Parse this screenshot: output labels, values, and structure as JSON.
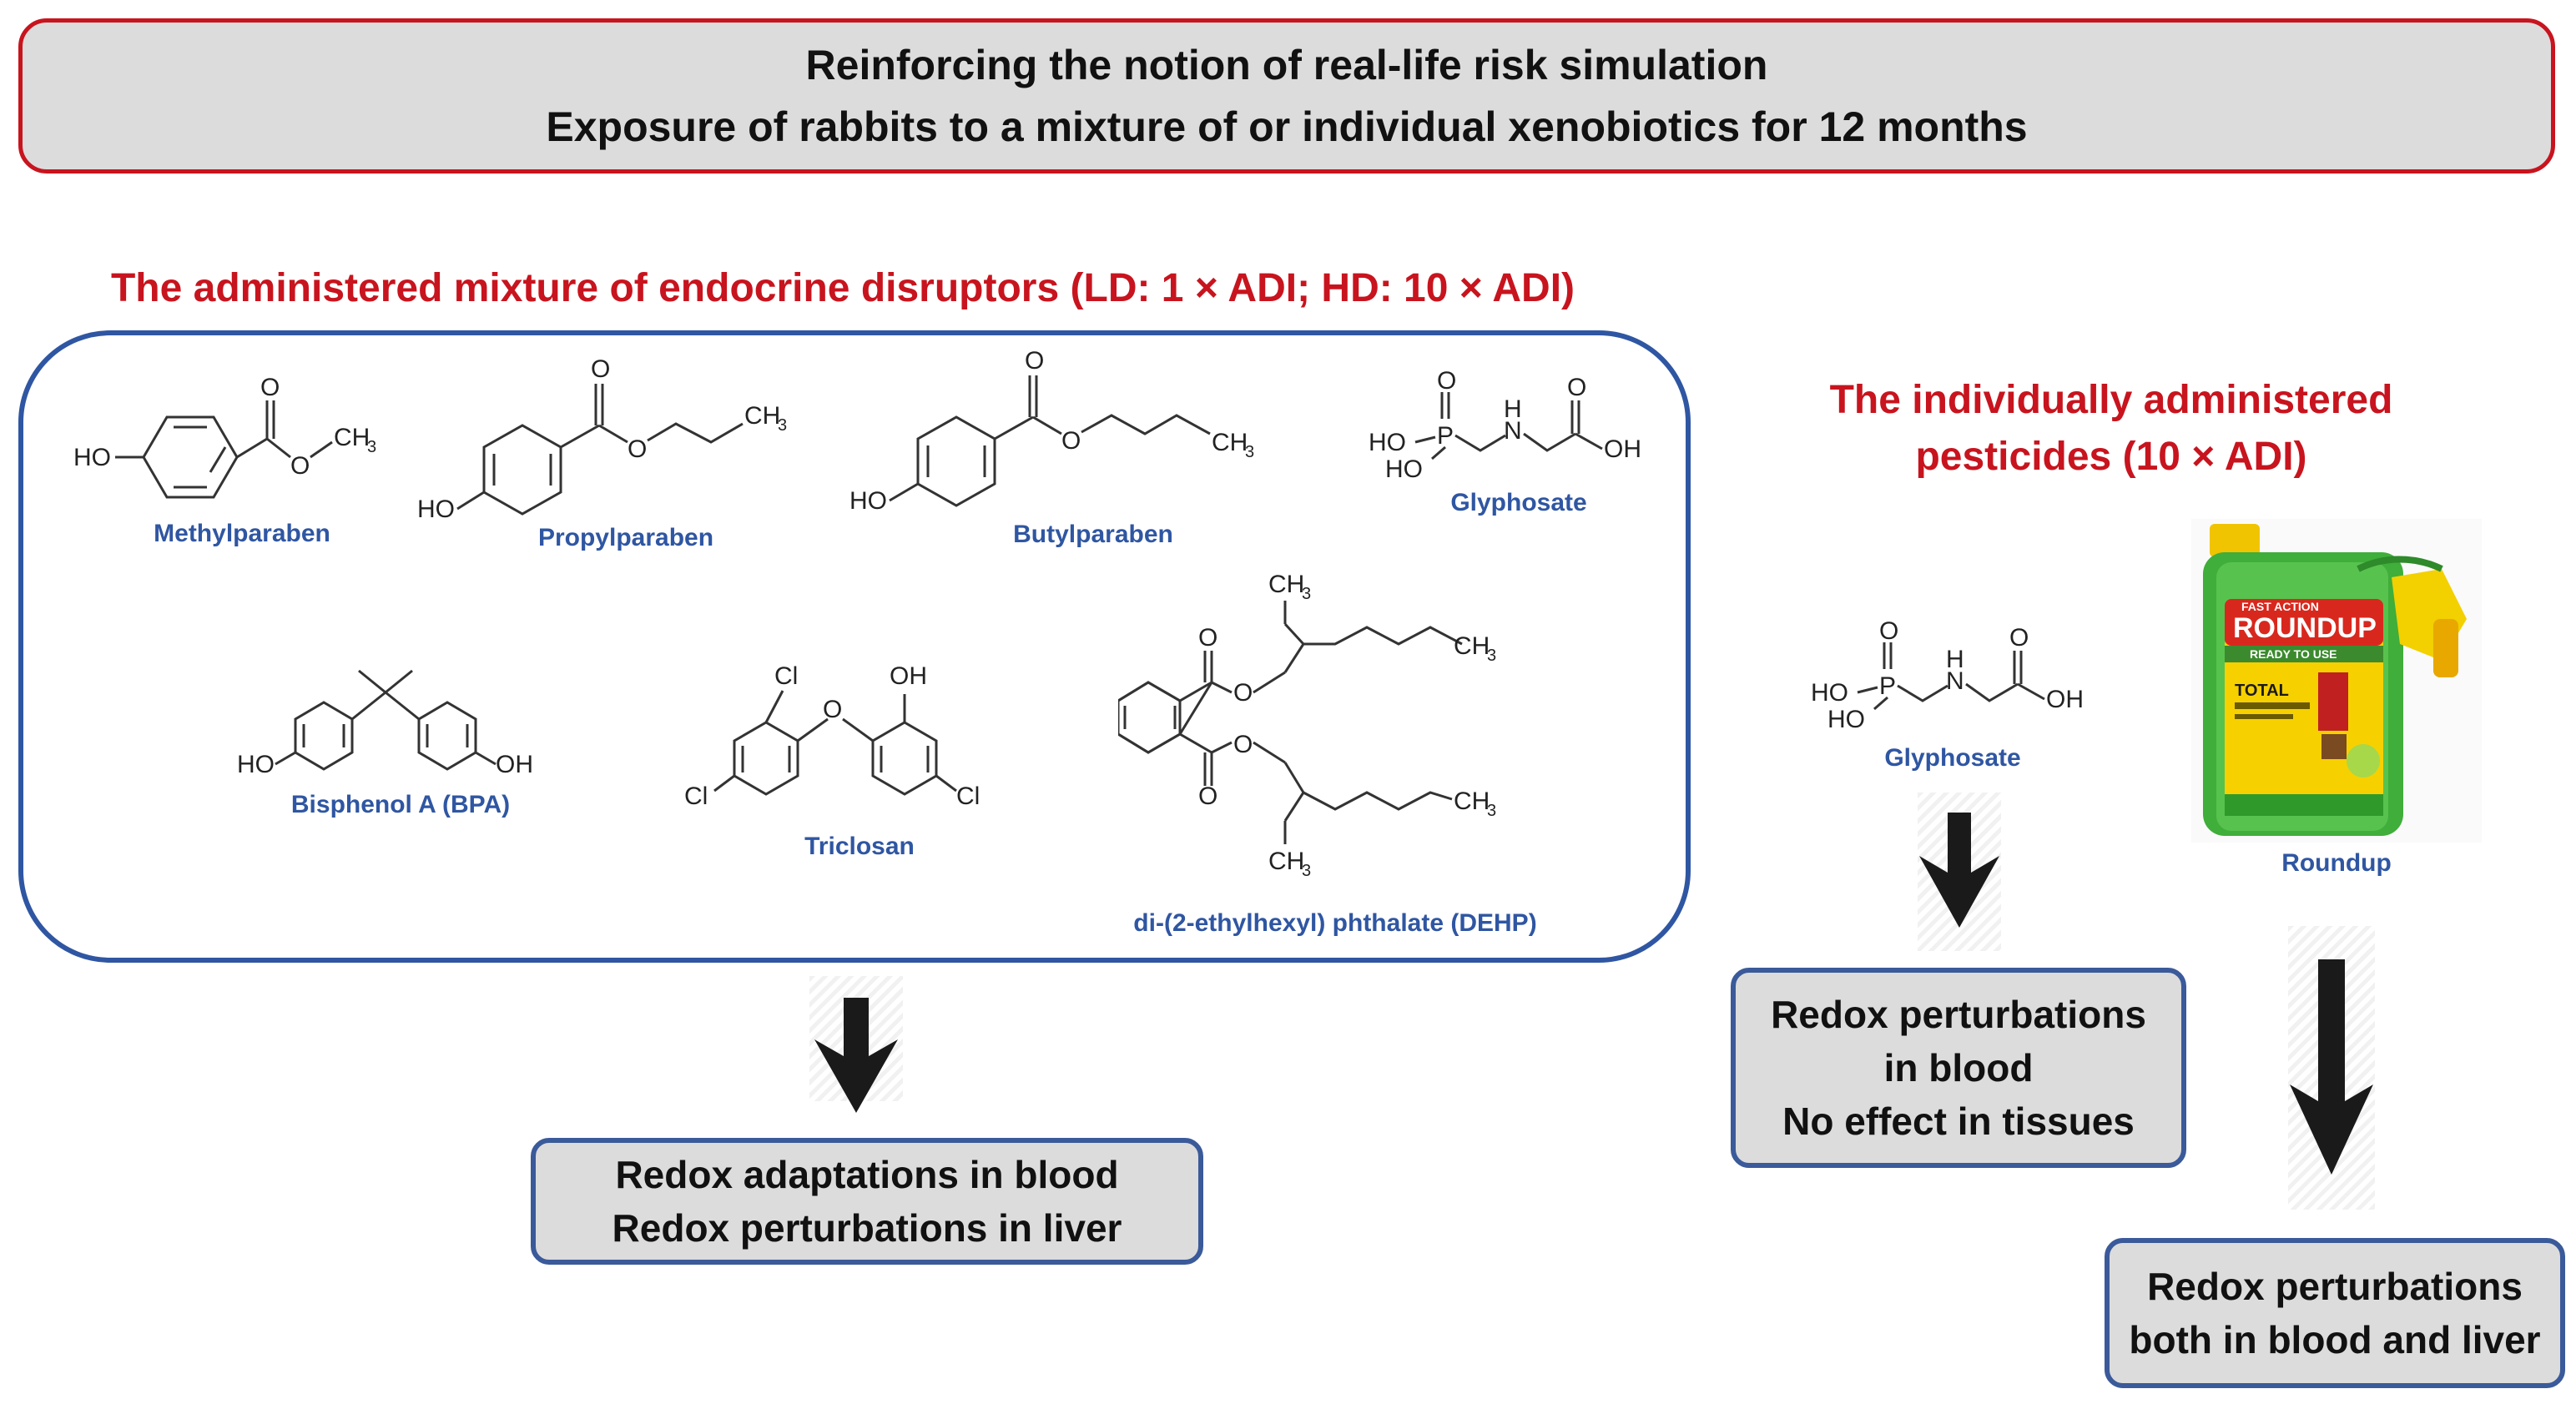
{
  "header": {
    "line1": "Reinforcing the notion of real-life risk simulation",
    "line2": "Exposure of rabbits to a mixture of or individual xenobiotics for 12 months"
  },
  "mixture": {
    "title": "The administered mixture of endocrine disruptors (LD: 1 × ADI; HD: 10 × ADI)",
    "compounds": [
      {
        "name": "Methylparaben"
      },
      {
        "name": "Propylparaben"
      },
      {
        "name": "Butylparaben"
      },
      {
        "name": "Glyphosate"
      },
      {
        "name": "Bisphenol A (BPA)"
      },
      {
        "name": "Triclosan"
      },
      {
        "name": "di-(2-ethylhexyl) phthalate (DEHP)"
      }
    ],
    "result": {
      "line1": "Redox adaptations in blood",
      "line2": "Redox perturbations in liver"
    }
  },
  "individual": {
    "title_line1": "The individually administered",
    "title_line2": "pesticides (10 × ADI)",
    "glyphosate": {
      "name": "Glyphosate",
      "result": {
        "line1": "Redox perturbations",
        "line2": "in blood",
        "line3": "No effect in tissues"
      }
    },
    "roundup": {
      "name": "Roundup",
      "product_text": {
        "brand": "ROUNDUP",
        "top": "FAST ACTION",
        "sub": "READY TO USE",
        "total": "TOTAL"
      },
      "result": {
        "line1": "Redox perturbations",
        "line2": "both in blood and liver"
      }
    }
  },
  "atoms": {
    "HO": "HO",
    "OH": "OH",
    "O": "O",
    "CH": "CH",
    "three": "3",
    "Cl": "Cl",
    "P": "P",
    "N": "N",
    "H": "H"
  },
  "colors": {
    "accent_red": "#c8141e",
    "box_blue": "#2f56a2",
    "box_gray": "#dcdcdc",
    "label_blue": "#2f56a2"
  }
}
